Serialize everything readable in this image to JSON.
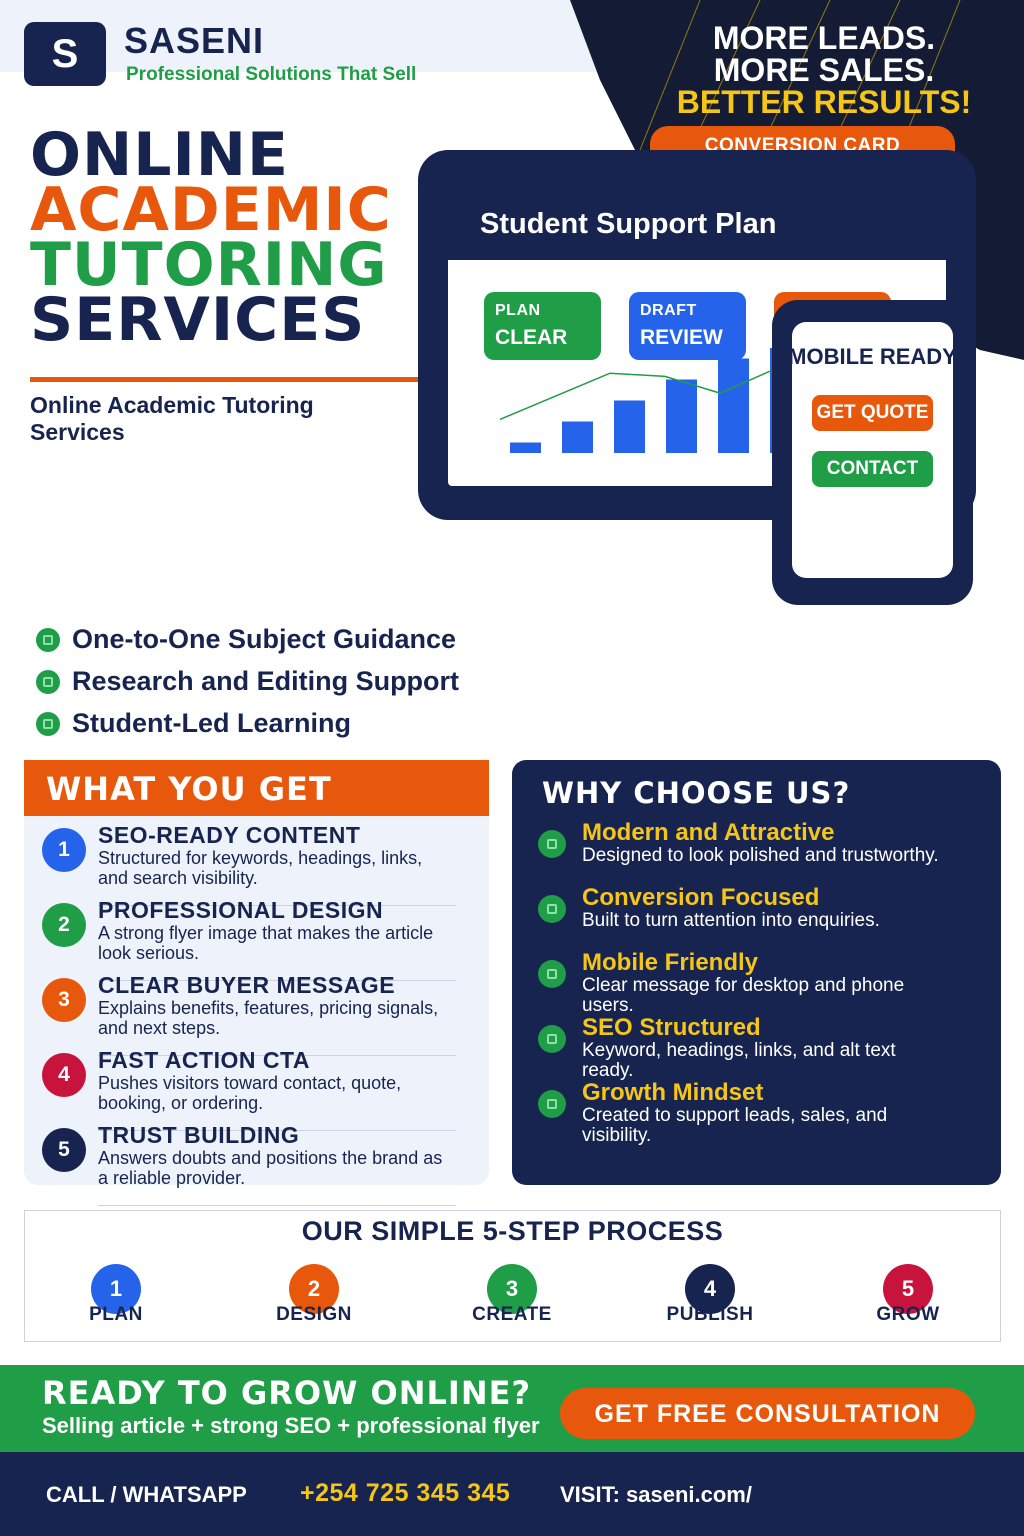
{
  "brand": {
    "logo_letter": "S",
    "name": "SASENI",
    "tagline": "Professional Solutions That Sell"
  },
  "slogan": {
    "line1": "MORE LEADS.",
    "line2": "MORE SALES.",
    "line3": "BETTER RESULTS!"
  },
  "conversion_tab": "CONVERSION CARD",
  "hero": {
    "title_line1": "ONLINE",
    "title_line2": "ACADEMIC",
    "title_line3": "TUTORING",
    "title_line4": "SERVICES",
    "subtitle": "Online Academic Tutoring Services"
  },
  "dashboard": {
    "title": "Student Support Plan",
    "pills": [
      {
        "top": "PLAN",
        "bottom": "CLEAR",
        "color": "#1f9d47"
      },
      {
        "top": "DRAFT",
        "bottom": "REVIEW",
        "color": "#2563eb"
      },
      {
        "top": "",
        "bottom": "",
        "color": "#e8580c"
      }
    ],
    "bar_values": [
      1,
      3,
      5,
      7,
      9,
      10
    ],
    "trend_values": [
      3.2,
      5.4,
      7.6,
      7.3,
      5.7,
      8.0
    ],
    "bar_color": "#2563eb",
    "trend_color": "#1f9d47"
  },
  "phone": {
    "title": "MOBILE READY",
    "button1": "GET QUOTE",
    "button2": "CONTACT"
  },
  "features": [
    "One-to-One Subject Guidance",
    "Research and Editing Support",
    "Student-Led Learning"
  ],
  "what_you_get": {
    "title": "WHAT YOU GET",
    "items": [
      {
        "num": "1",
        "color": "#2563eb",
        "heading": "SEO-READY CONTENT",
        "desc": "Structured for keywords, headings, links, and search visibility."
      },
      {
        "num": "2",
        "color": "#1f9d47",
        "heading": "PROFESSIONAL DESIGN",
        "desc": "A strong flyer image that makes the article look serious."
      },
      {
        "num": "3",
        "color": "#e8580c",
        "heading": "CLEAR BUYER MESSAGE",
        "desc": "Explains benefits, features, pricing signals, and next steps."
      },
      {
        "num": "4",
        "color": "#c8143c",
        "heading": "FAST ACTION CTA",
        "desc": "Pushes visitors toward contact, quote, booking, or ordering."
      },
      {
        "num": "5",
        "color": "#17244f",
        "heading": "TRUST BUILDING",
        "desc": "Answers doubts and positions the brand as a reliable provider."
      }
    ]
  },
  "why_choose": {
    "title": "WHY CHOOSE US?",
    "items": [
      {
        "heading": "Modern and Attractive",
        "desc": "Designed to look polished and trustworthy."
      },
      {
        "heading": "Conversion Focused",
        "desc": "Built to turn attention into enquiries."
      },
      {
        "heading": "Mobile Friendly",
        "desc": "Clear message for desktop and phone users."
      },
      {
        "heading": "SEO Structured",
        "desc": "Keyword, headings, links, and alt text ready."
      },
      {
        "heading": "Growth Mindset",
        "desc": "Created to support leads, sales, and visibility."
      }
    ]
  },
  "process": {
    "title": "OUR SIMPLE 5-STEP PROCESS",
    "steps": [
      {
        "num": "1",
        "label": "PLAN",
        "color": "#2563eb"
      },
      {
        "num": "2",
        "label": "DESIGN",
        "color": "#e8580c"
      },
      {
        "num": "3",
        "label": "CREATE",
        "color": "#1f9d47"
      },
      {
        "num": "4",
        "label": "PUBLISH",
        "color": "#17244f"
      },
      {
        "num": "5",
        "label": "GROW",
        "color": "#c8143c"
      }
    ]
  },
  "cta": {
    "heading": "READY TO GROW ONLINE?",
    "sub": "Selling article + strong SEO + professional flyer",
    "button": "GET FREE CONSULTATION"
  },
  "footer": {
    "call_label": "CALL / WHATSAPP",
    "phone": "+254 725 345 345",
    "visit": "VISIT: saseni.com/"
  },
  "colors": {
    "navy": "#17244f",
    "orange": "#e8580c",
    "green": "#1f9d47",
    "yellow": "#f5c518",
    "blue": "#2563eb",
    "crimson": "#c8143c"
  }
}
